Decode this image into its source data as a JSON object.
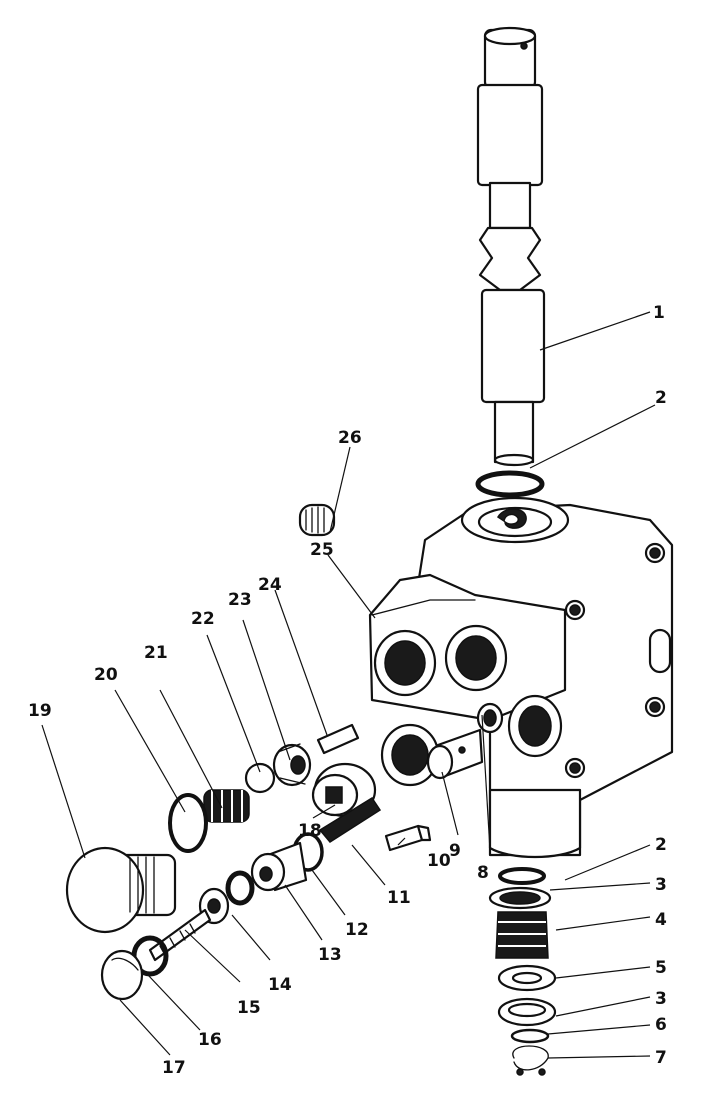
{
  "callouts": [
    "1",
    "2",
    "26",
    "25",
    "24",
    "23",
    "22",
    "21",
    "20",
    "19",
    "18",
    "10",
    "9",
    "8",
    "2",
    "3",
    "4",
    "5",
    "3",
    "6",
    "7",
    "11",
    "12",
    "13",
    "14",
    "15",
    "16",
    "17"
  ]
}
